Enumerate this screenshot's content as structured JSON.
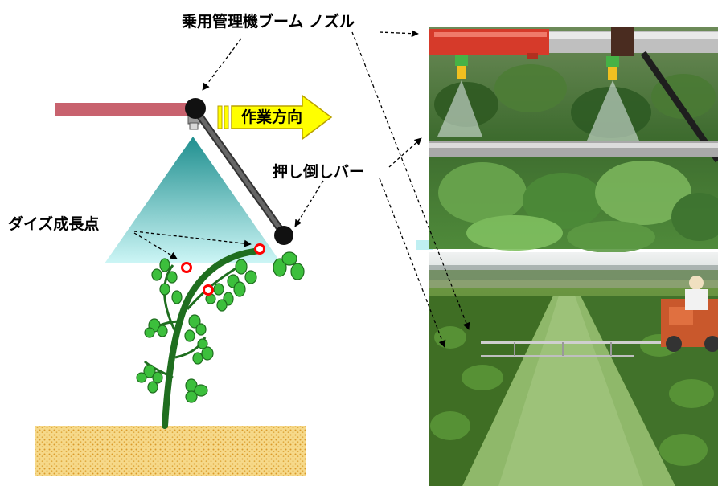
{
  "labels": {
    "boom_nozzle": "乗用管理機ブーム ノズル",
    "work_direction": "作業方向",
    "push_bar": "押し倒しバー",
    "growth_point": "ダイズ成長点"
  },
  "colors": {
    "boom": "#c8626e",
    "arrow_fill": "#ffff00",
    "arrow_stroke": "#b8a000",
    "spray_top": "#1f8f8f",
    "spray_bottom": "#cdf6f6",
    "stem": "#1f6e1f",
    "leaf": "#3cbf3c",
    "growth_marker": "#ff0000",
    "soil": "#f3cf7a"
  },
  "icons": {
    "nozzle_joint": "black-circle",
    "bar_end": "black-circle",
    "growth_marker": "red-ring"
  }
}
